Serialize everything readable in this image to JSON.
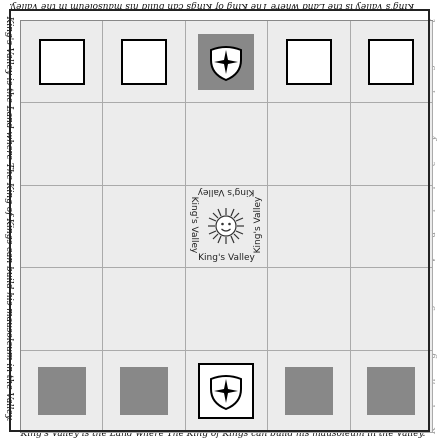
{
  "edge_text": {
    "top": "King's Valley is the Land where The King of Kings can build his mausoleum in the Valley.",
    "bottom": "King's Valley is the Land where The King of Kings can build his mausoleum in the Valley.",
    "left": "King's Valley is the Land where The King of Kings can build his mausoleum in the Valley.",
    "right": "King's Valley is the Land where The King of Kings can build his mausoleum in the Valley."
  },
  "center_tile": {
    "label": "King's Valley"
  },
  "board": {
    "rows": 5,
    "cols": 5,
    "top_row": [
      "white-piece",
      "white-piece",
      "king-dark",
      "white-piece",
      "white-piece"
    ],
    "bottom_row": [
      "gray-piece",
      "gray-piece",
      "king-light",
      "gray-piece",
      "gray-piece"
    ]
  },
  "colors": {
    "cell": "#ececec",
    "gray_piece": "#888888",
    "border": "#222222"
  }
}
